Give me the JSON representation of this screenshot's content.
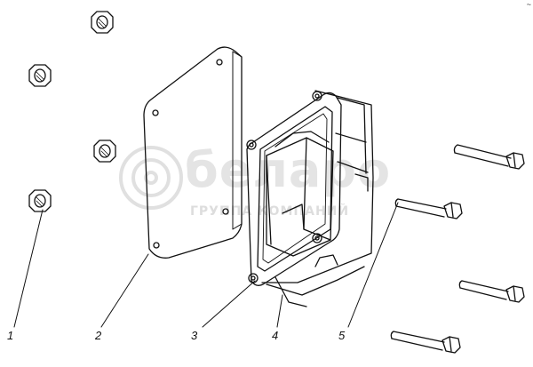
{
  "watermark": {
    "brand": "беларо",
    "subtitle": "ГРУППА КОМПАНИЙ"
  },
  "corner_mark": "~",
  "callouts": [
    {
      "id": "1",
      "label": "1"
    },
    {
      "id": "2",
      "label": "2"
    },
    {
      "id": "3",
      "label": "3"
    },
    {
      "id": "4",
      "label": "4"
    },
    {
      "id": "5",
      "label": "5"
    }
  ],
  "colors": {
    "line": "#111111",
    "watermark": "#cfcfcf"
  }
}
